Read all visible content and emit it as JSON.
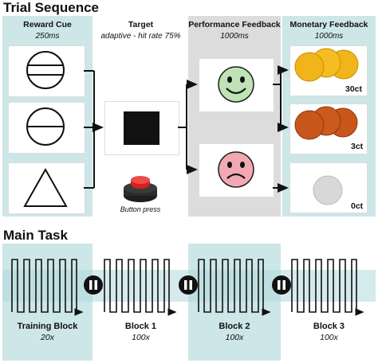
{
  "trial_sequence": {
    "title": "Trial Sequence",
    "columns": [
      {
        "title": "Reward Cue",
        "subtitle": "250ms"
      },
      {
        "title": "Target",
        "subtitle": "adaptive - hit rate 75%"
      },
      {
        "title": "Performance Feedback",
        "subtitle": "1000ms"
      },
      {
        "title": "Monetary Feedback",
        "subtitle": "1000ms"
      }
    ],
    "button_label": "Button press",
    "amounts": [
      "30ct",
      "3ct",
      "0ct"
    ]
  },
  "main_task": {
    "title": "Main Task",
    "blocks": [
      {
        "title": "Training Block",
        "subtitle": "20x"
      },
      {
        "title": "Block 1",
        "subtitle": "100x"
      },
      {
        "title": "Block 2",
        "subtitle": "100x"
      },
      {
        "title": "Block 3",
        "subtitle": "100x"
      }
    ]
  },
  "colors": {
    "teal_panel": "#cde6e8",
    "grey_panel": "#dcdcdc",
    "teal_band": "#b3d9dd",
    "gold_coin": "#f1b51b",
    "copper_coin": "#c9561b",
    "empty_coin": "#d8d8d8",
    "happy_face": "#bfe3b4",
    "sad_face": "#f2a9b3",
    "button_red": "#d62020"
  }
}
